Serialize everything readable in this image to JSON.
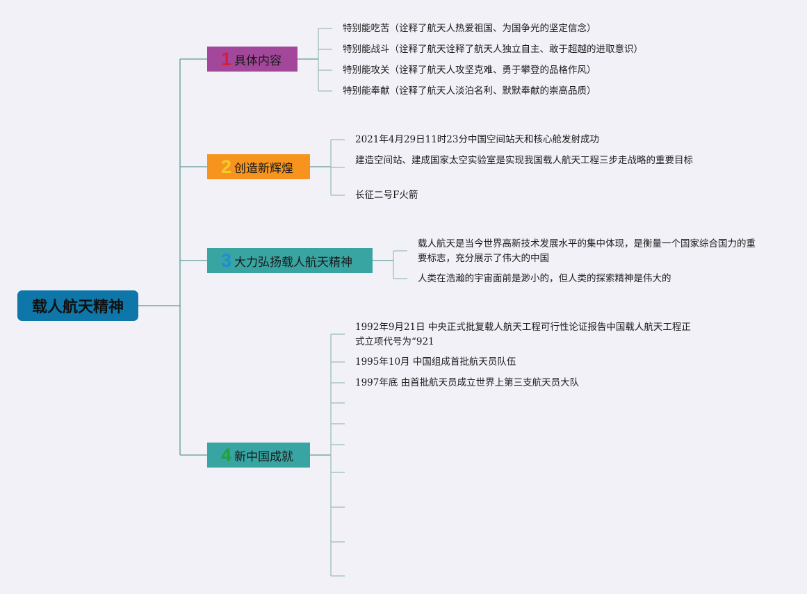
{
  "root": {
    "label": "载人航天精神",
    "color": "#0e76a8"
  },
  "branches": [
    {
      "number": "1",
      "label": "具体内容",
      "color": "#a3479a",
      "number_color": "#d81e3f",
      "leaves": [
        "特别能吃苦（诠释了航天人热爱祖国、为国争光的坚定信念）",
        "特别能战斗（诠释了航天诠释了航天人独立自主、敢于超越的进取意识）",
        "特别能攻关（诠释了航天人攻坚克难、勇于攀登的品格作风）",
        "特别能奉献（诠释了航天人淡泊名利、默默奉献的崇高品质）"
      ]
    },
    {
      "number": "2",
      "label": "创造新辉煌",
      "color": "#f7941d",
      "number_color": "#f6cc2b",
      "leaves": [
        "2021年4月29日11时23分中国空间站天和核心舱发射成功",
        "建造空间站、建成国家太空实验室是实现我国载人航天工程三步走战略的重要目标",
        "长征二号F火箭"
      ]
    },
    {
      "number": "3",
      "label": "大力弘扬载人航天精神",
      "color": "#38a5a3",
      "number_color": "#1c8ed1",
      "leaves": [
        "载人航天是当今世界高新技术发展水平的集中体现，是衡量一个国家综合国力的重要标志，充分展示了伟大的中国",
        "人类在浩瀚的宇宙面前是渺小的，但人类的探索精神是伟大的"
      ]
    },
    {
      "number": "4",
      "label": "新中国成就",
      "color": "#38a5a3",
      "number_color": "#21a338",
      "leaves": [
        "1992年9月21日 中央正式批复载人航天工程可行性论证报告中国载人航天工程正式立项代号为“921",
        "1995年10月 中国组成首批航天员队伍",
        "1997年底 由首批航天员成立世界上第三支航天员大队",
        "",
        "",
        "",
        "",
        "",
        "",
        ""
      ]
    }
  ]
}
